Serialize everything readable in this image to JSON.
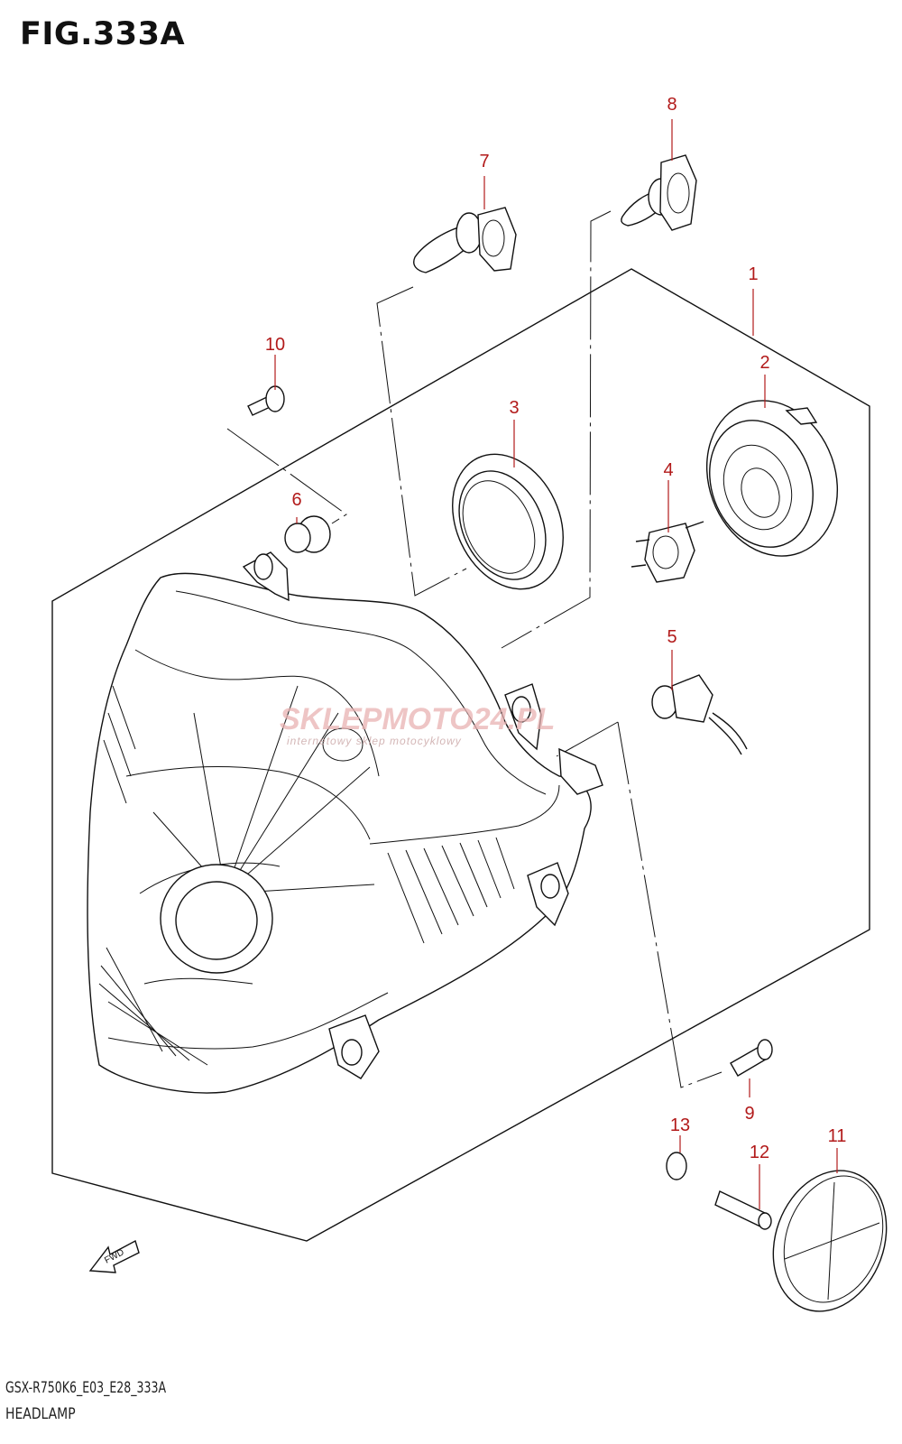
{
  "figure": {
    "title": "FIG.333A",
    "model_code": "GSX-R750K6_E03_E28_333A",
    "name": "HEADLAMP",
    "direction_label": "FWD"
  },
  "watermark": {
    "brand": "SKLEPMOTO24.PL",
    "tagline": "internetowy sklep motocyklowy"
  },
  "callouts": [
    "1",
    "2",
    "3",
    "4",
    "5",
    "6",
    "7",
    "8",
    "9",
    "10",
    "11",
    "12",
    "13"
  ],
  "colors": {
    "callout": "#b21a1a",
    "line": "#111111",
    "watermark": "#e9b2b2"
  }
}
